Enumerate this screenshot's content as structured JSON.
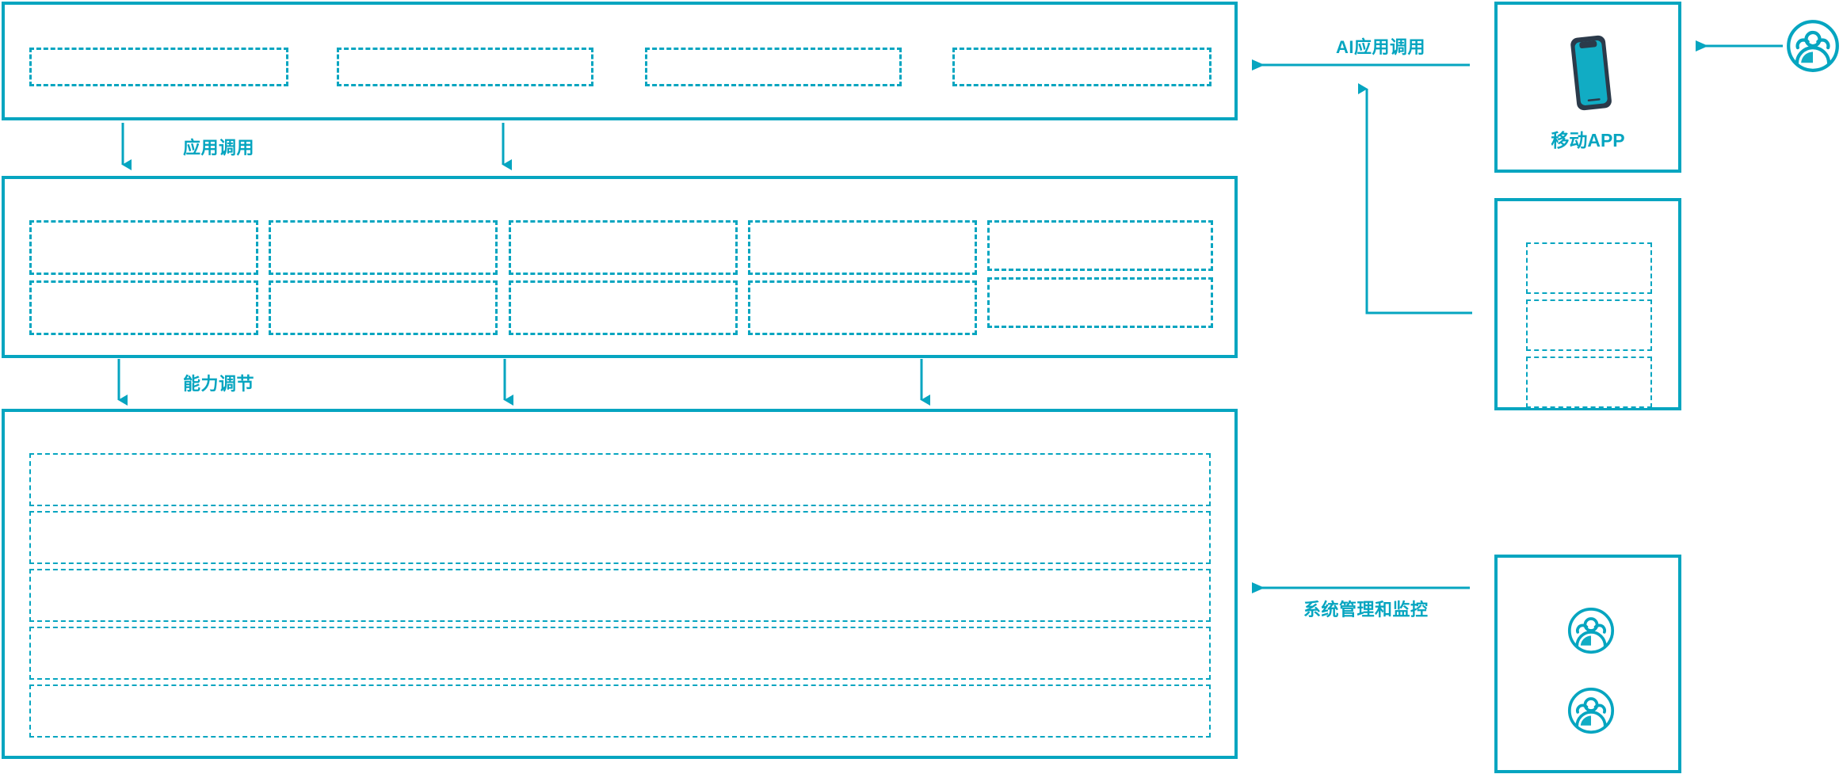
{
  "theme": {
    "accent": "#06a5c0",
    "phone_frame": "#2b3a4a",
    "phone_screen": "#11acc4",
    "background": "#ffffff"
  },
  "diagram": {
    "title_absent": true,
    "flow_labels": [
      {
        "id": "app-call",
        "text": "应用调用"
      },
      {
        "id": "capability-adjust",
        "text": "能力调节"
      },
      {
        "id": "ai-app-call",
        "text": "AI应用调用"
      },
      {
        "id": "system-mgmt-monitor",
        "text": "系统管理和监控"
      }
    ],
    "layers": [
      {
        "id": "application-layer",
        "name": "application-layer",
        "slots": [
          {
            "id": "app-slot-1",
            "label": ""
          },
          {
            "id": "app-slot-2",
            "label": ""
          },
          {
            "id": "app-slot-3",
            "label": ""
          },
          {
            "id": "app-slot-4",
            "label": ""
          }
        ]
      },
      {
        "id": "capability-layer",
        "name": "capability-layer",
        "rows": [
          [
            {
              "id": "cap-r1-c1",
              "label": ""
            },
            {
              "id": "cap-r1-c2",
              "label": ""
            },
            {
              "id": "cap-r1-c3",
              "label": ""
            },
            {
              "id": "cap-r1-c4",
              "label": ""
            },
            {
              "id": "cap-r1-c5",
              "label": ""
            }
          ],
          [
            {
              "id": "cap-r2-c1",
              "label": ""
            },
            {
              "id": "cap-r2-c2",
              "label": ""
            },
            {
              "id": "cap-r2-c3",
              "label": ""
            },
            {
              "id": "cap-r2-c4",
              "label": ""
            },
            {
              "id": "cap-r2-c5",
              "label": ""
            }
          ]
        ]
      },
      {
        "id": "platform-layer",
        "name": "platform-layer",
        "rows": [
          {
            "id": "plat-row-1",
            "label": ""
          },
          {
            "id": "plat-row-2",
            "label": ""
          },
          {
            "id": "plat-row-3",
            "label": ""
          },
          {
            "id": "plat-row-4",
            "label": ""
          },
          {
            "id": "plat-row-5",
            "label": ""
          }
        ]
      }
    ],
    "side_cards": [
      {
        "id": "mobile-app-card",
        "caption": "移动APP",
        "icon": "smartphone-icon"
      },
      {
        "id": "channel-card",
        "caption": "",
        "slots": [
          {
            "id": "channel-slot-1",
            "label": ""
          },
          {
            "id": "channel-slot-2",
            "label": ""
          },
          {
            "id": "channel-slot-3",
            "label": ""
          }
        ]
      },
      {
        "id": "operators-card",
        "caption": "",
        "icons": [
          "user-group-icon",
          "user-group-icon"
        ]
      }
    ],
    "actors": [
      {
        "id": "end-user-actor",
        "icon": "user-group-icon",
        "label": ""
      }
    ]
  }
}
